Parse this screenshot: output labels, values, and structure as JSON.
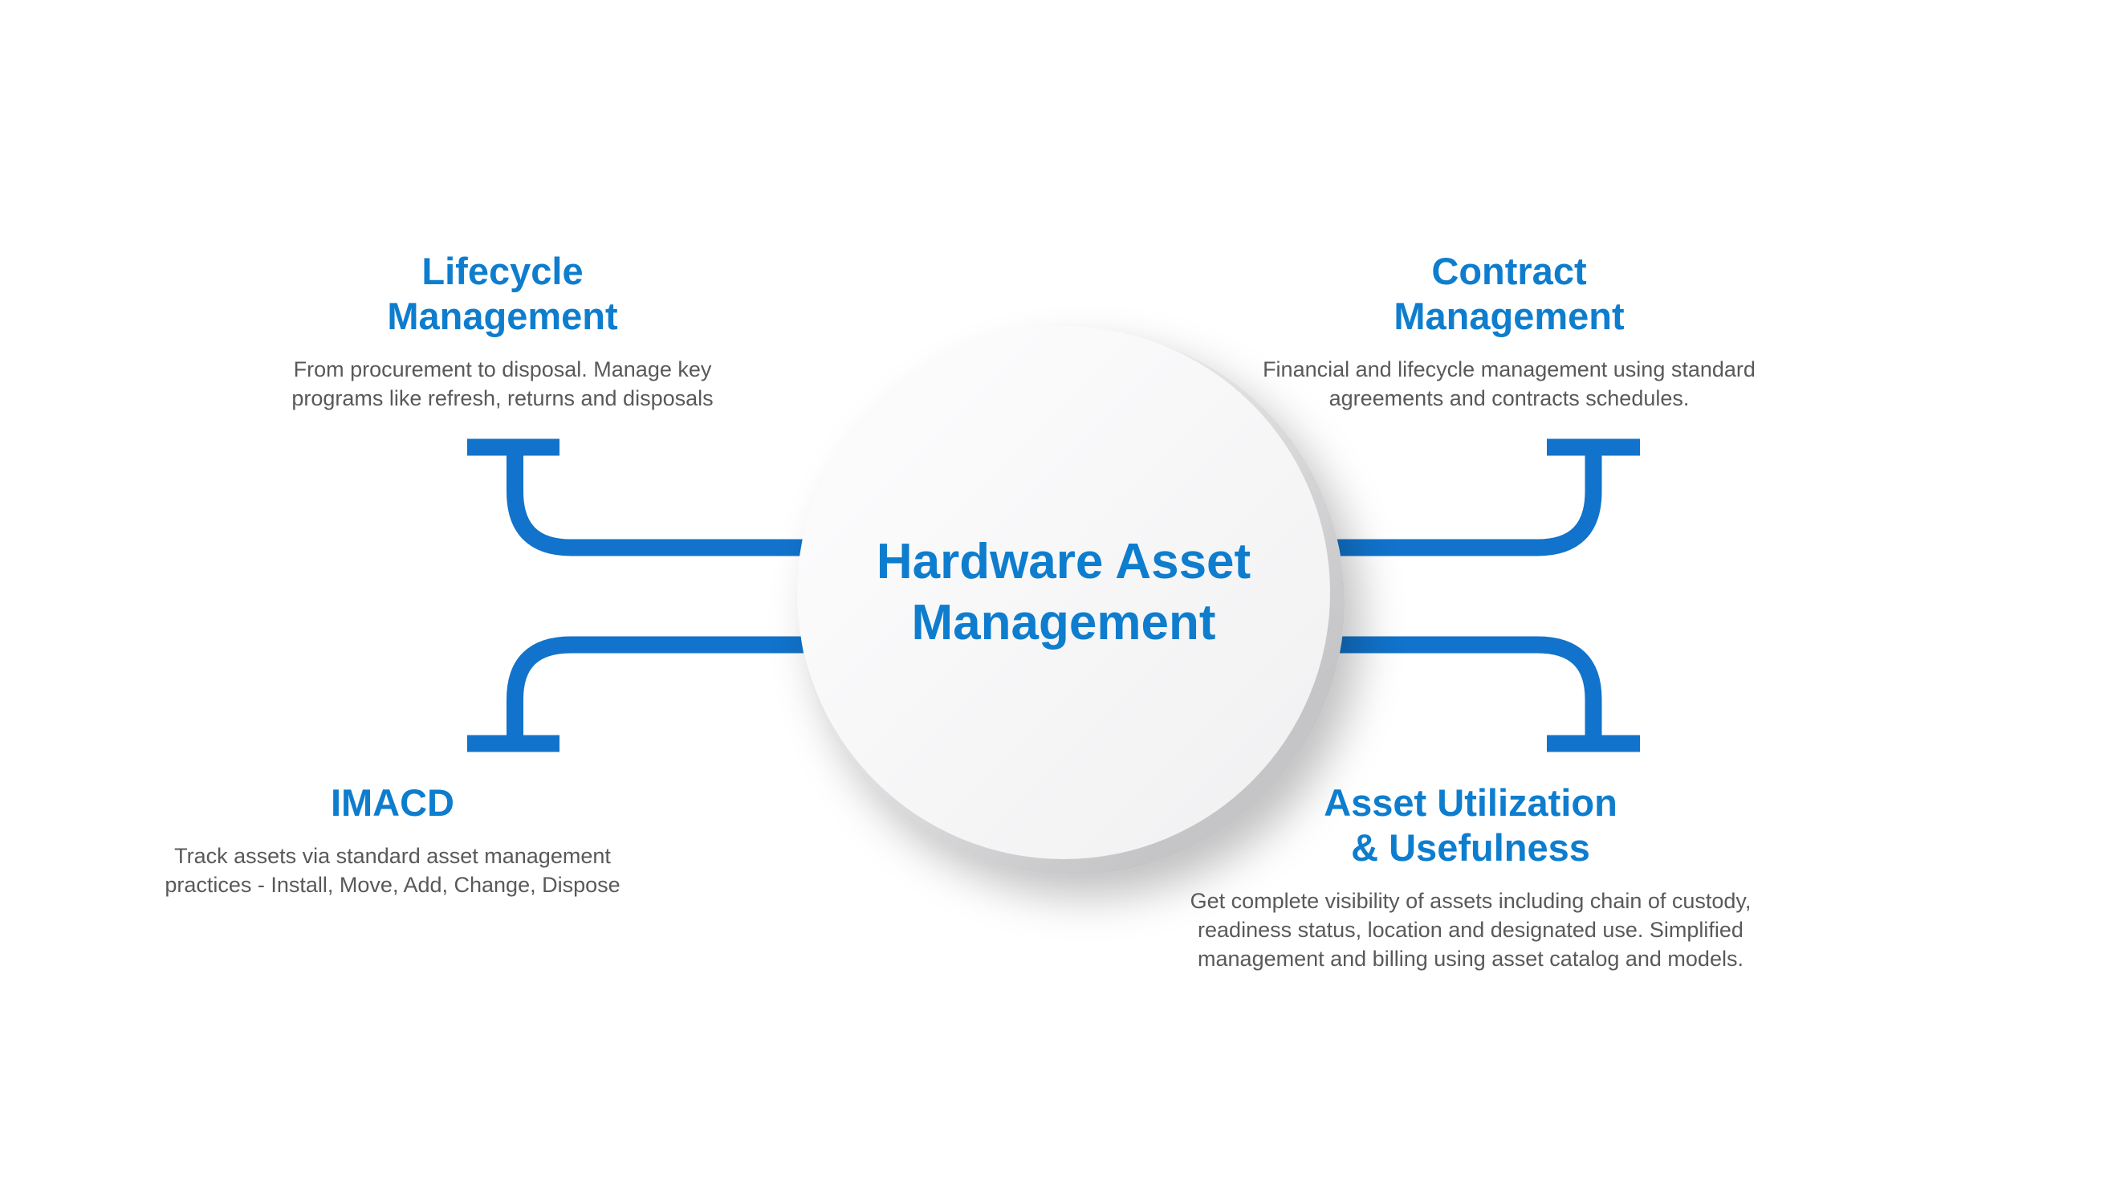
{
  "diagram": {
    "background": "#ffffff",
    "type": "hub-and-spoke infographic"
  },
  "colors": {
    "heading_blue": "#0e7dce",
    "line_blue": "#1173cb",
    "body_gray": "#58595b",
    "hub_fill": "#f4f4f5",
    "hub_ring_gray": "#c5c5c7"
  },
  "hub": {
    "title": "Hardware Asset\nManagement"
  },
  "sections": [
    {
      "id": "lifecycle-management",
      "position": "top-left",
      "title": "Lifecycle\nManagement",
      "description": "From procurement to disposal. Manage key\nprograms like refresh, returns and disposals"
    },
    {
      "id": "contract-management",
      "position": "top-right",
      "title": "Contract\nManagement",
      "description": "Financial and lifecycle management using standard\nagreements and contracts schedules."
    },
    {
      "id": "imacd",
      "position": "bottom-left",
      "title": "IMACD",
      "description": "Track assets via standard asset management\npractices - Install, Move, Add, Change, Dispose"
    },
    {
      "id": "asset-utilization-usefulness",
      "position": "bottom-right",
      "title": "Asset Utilization\n& Usefulness",
      "description": "Get complete visibility of assets including chain of custody,\nreadiness status, location and designated use. Simplified\nmanagement and billing using asset catalog and models."
    }
  ]
}
